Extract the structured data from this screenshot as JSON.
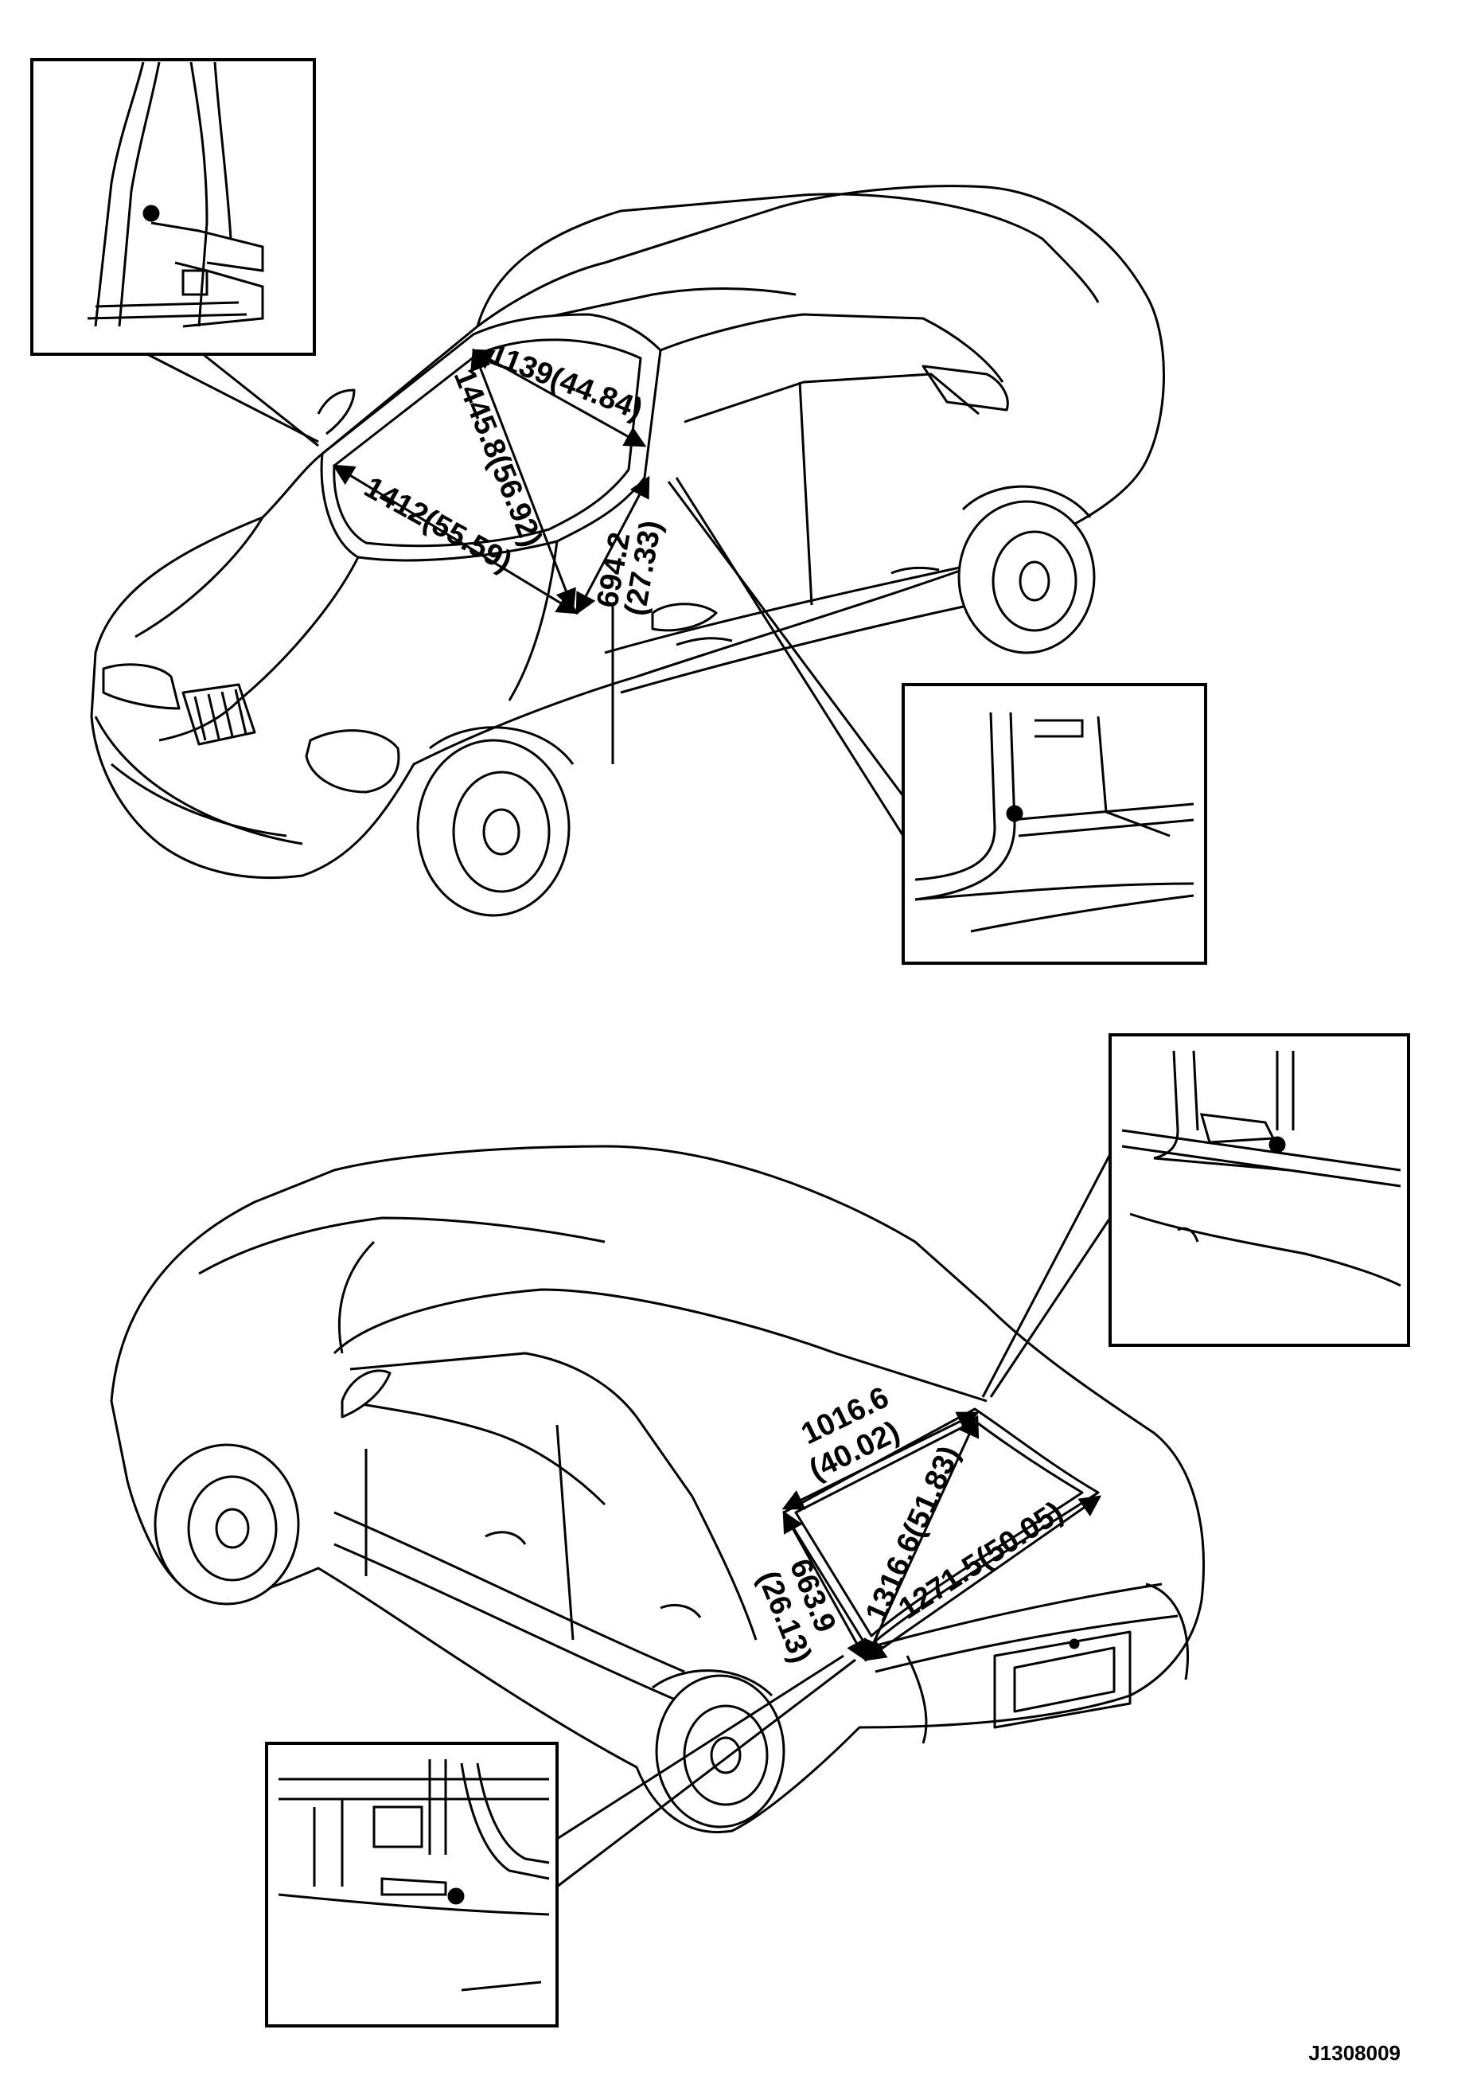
{
  "diagram": {
    "reference_code": "J1308009",
    "front_view": {
      "dimensions": {
        "top_width": "1139(44.84)",
        "diagonal": "1445.8(56.92)",
        "bottom_width": "1412(55.59)",
        "side_height": "694.2",
        "side_height_in": "(27.33)"
      }
    },
    "rear_view": {
      "dimensions": {
        "top_width": "1016.6",
        "top_width_in": "(40.02)",
        "diagonal": "1316.6(51.83)",
        "bottom_width": "1271.5(50.05)",
        "side_height": "663.9",
        "side_height_in": "(26.13)"
      }
    }
  }
}
